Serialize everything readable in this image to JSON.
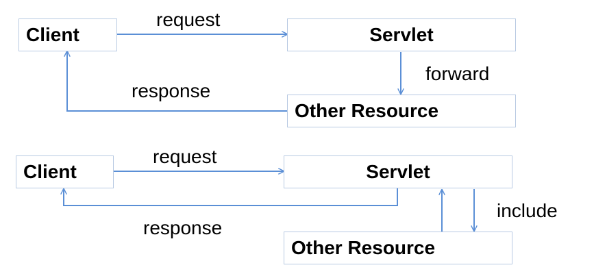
{
  "colors": {
    "arrow": "#5b8fd6",
    "box_border": "#b7c9e2"
  },
  "forward_diagram": {
    "client": "Client",
    "servlet": "Servlet",
    "other_resource": "Other Resource",
    "request_label": "request",
    "forward_label": "forward",
    "response_label": "response"
  },
  "include_diagram": {
    "client": "Client",
    "servlet": "Servlet",
    "other_resource": "Other Resource",
    "request_label": "request",
    "include_label": "include",
    "response_label": "response"
  }
}
